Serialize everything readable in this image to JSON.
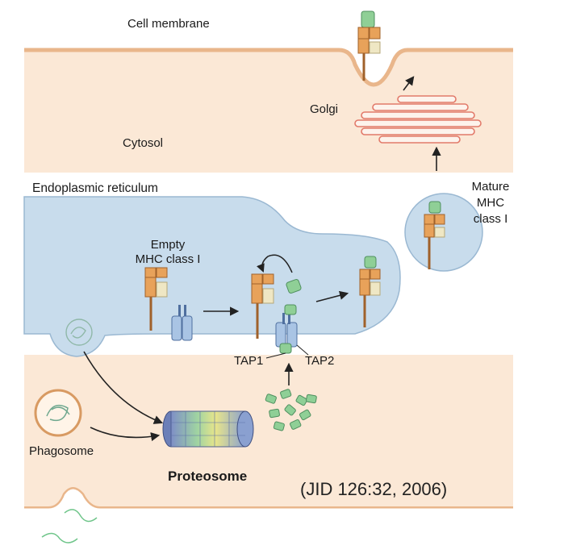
{
  "labels": {
    "cell_membrane": "Cell membrane",
    "golgi": "Golgi",
    "cytosol": "Cytosol",
    "er": "Endoplasmic reticulum",
    "empty_mhc_line1": "Empty",
    "empty_mhc_line2": "MHC class I",
    "mature_line1": "Mature",
    "mature_line2": "MHC",
    "mature_line3": "class I",
    "tap1": "TAP1",
    "tap2": "TAP2",
    "phagosome": "Phagosome",
    "proteosome": "Proteosome",
    "citation": "(JID 126:32, 2006)"
  },
  "colors": {
    "cytosol": "#fbe8d6",
    "membrane": "#f2c9a3",
    "er": "#c8dcec",
    "mhc_orange": "#e8a25a",
    "mhc_cream": "#efe7c4",
    "peptide_green": "#8fcf96",
    "tap_blue": "#a9c4e4",
    "golgi_red": "#e27a6a"
  }
}
